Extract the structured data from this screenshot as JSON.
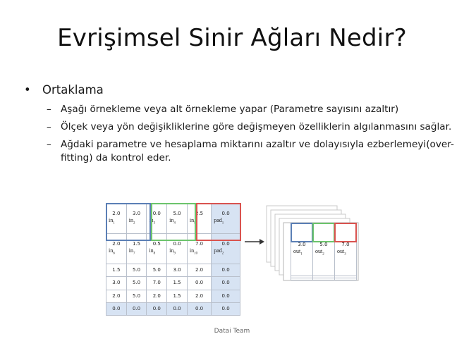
{
  "slide": {
    "title": "Evrişimsel Sinir Ağları Nedir?",
    "bullet": "Ortaklama",
    "subs": [
      "Aşağı örnekleme veya alt örnekleme yapar (Parametre sayısını azaltır)",
      "Ölçek veya yön değişikliklerine göre değişmeyen özelliklerin algılanmasını sağlar.",
      "Ağdaki parametre ve hesaplama miktarını azaltır ve dolayısıyla ezberlemeyi(over-fitting) da kontrol eder."
    ],
    "footer": "Datai Team"
  },
  "figure": {
    "input_top": [
      [
        {
          "v": "2.0",
          "l": "in",
          "s": "1"
        },
        {
          "v": "3.0",
          "l": "in",
          "s": "2"
        },
        {
          "v": "0.0",
          "l": "in",
          "s": "3"
        },
        {
          "v": "5.0",
          "l": "in",
          "s": "4"
        },
        {
          "v": "2.5",
          "l": "in",
          "s": "5"
        },
        {
          "v": "0.0",
          "l": "pad",
          "s": "1"
        }
      ],
      [
        {
          "v": "2.0",
          "l": "in",
          "s": "6"
        },
        {
          "v": "1.5",
          "l": "in",
          "s": "7"
        },
        {
          "v": "0.5",
          "l": "in",
          "s": "8"
        },
        {
          "v": "0.0",
          "l": "in",
          "s": "9"
        },
        {
          "v": "7.0",
          "l": "in",
          "s": "10"
        },
        {
          "v": "0.0",
          "l": "pad",
          "s": "2"
        }
      ]
    ],
    "input_rest": [
      [
        "1.5",
        "5.0",
        "5.0",
        "3.0",
        "2.0",
        "0.0"
      ],
      [
        "3.0",
        "5.0",
        "7.0",
        "1.5",
        "0.0",
        "0.0"
      ],
      [
        "2.0",
        "5.0",
        "2.0",
        "1.5",
        "2.0",
        "0.0"
      ],
      [
        "0.0",
        "0.0",
        "0.0",
        "0.0",
        "0.0",
        "0.0"
      ]
    ],
    "output": [
      {
        "v": "3.0",
        "l": "out",
        "s": "1"
      },
      {
        "v": "5.0",
        "l": "out",
        "s": "2"
      },
      {
        "v": "7.0",
        "l": "out",
        "s": "3"
      }
    ],
    "colors": {
      "blue": "#5b7fb5",
      "green": "#6cc46c",
      "red": "#d9534f",
      "pad": "#d7e3f3"
    }
  }
}
